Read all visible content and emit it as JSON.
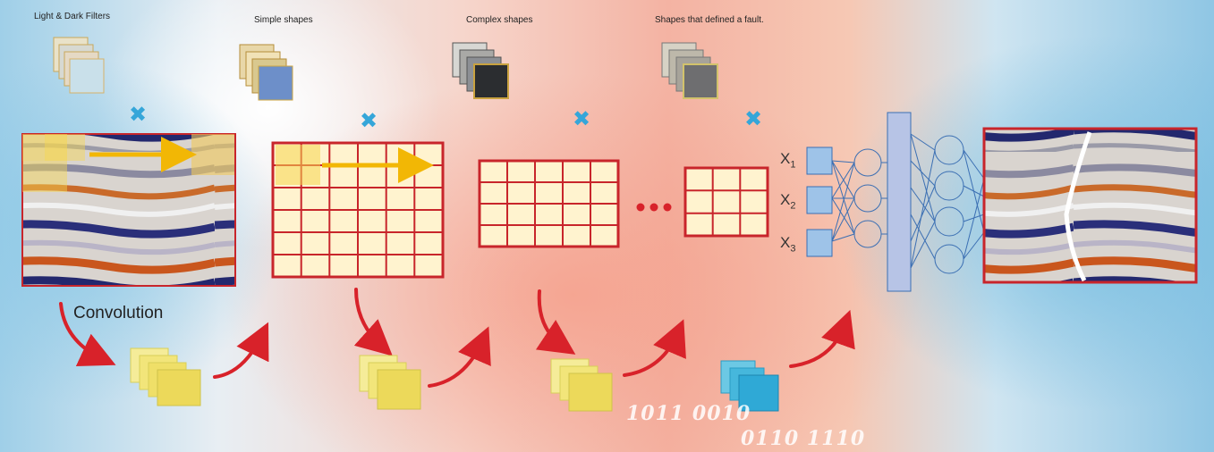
{
  "stage_labels": {
    "filters": "Light  & Dark Filters",
    "simple": "Simple shapes",
    "complex": "Complex shapes",
    "fault": "Shapes that defined a fault."
  },
  "convolution_label": "Convolution",
  "inputs": [
    {
      "base": "X",
      "sub": "1"
    },
    {
      "base": "X",
      "sub": "2"
    },
    {
      "base": "X",
      "sub": "3"
    }
  ],
  "binary": [
    "1011 0010",
    "0110 1110"
  ],
  "colors": {
    "grid_border": "#c8252b",
    "grid_fill": "#fff3cf",
    "arrow_red": "#d8222a",
    "arrow_yellow": "#f2b705",
    "cross": "#35a6d9",
    "network": "#3b6fb3",
    "feature_yellow": "#f0e26a",
    "feature_blue": "#34b6da"
  },
  "icons": [
    "multiply-icon",
    "ellipsis-icon",
    "arrow-icon"
  ]
}
